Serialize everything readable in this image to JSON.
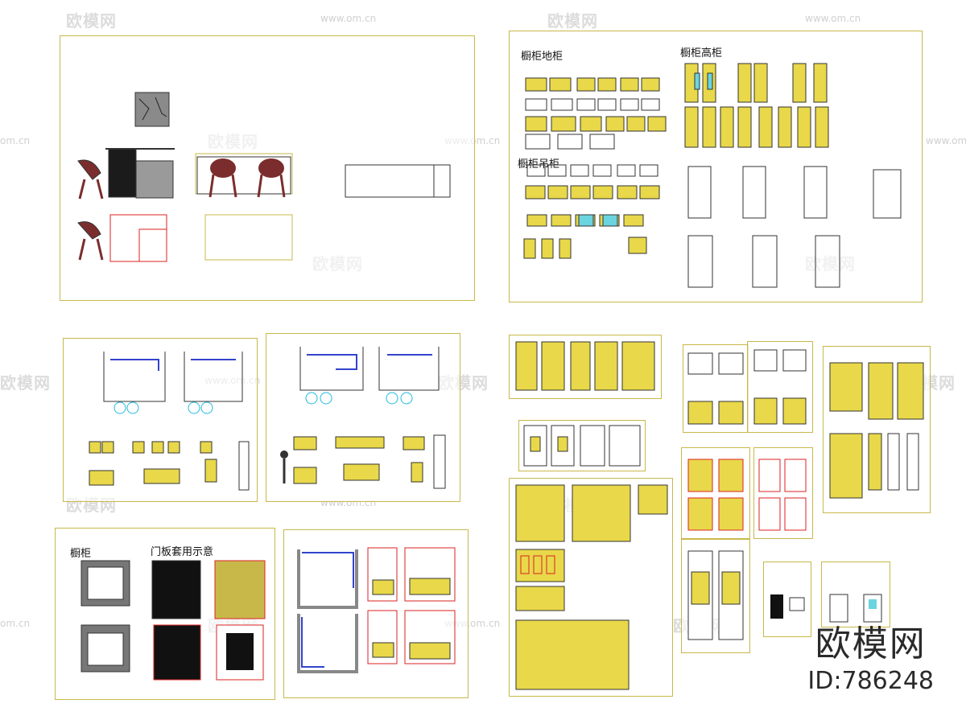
{
  "watermark": {
    "logo_text": "欧模网",
    "url_text": "www.om.cn",
    "short_url": "om.cn"
  },
  "sheet_top_right": {
    "label_base": "橱柜地柜",
    "label_tall": "橱柜高柜",
    "label_wall": "橱柜吊柜"
  },
  "sheet_bottom_left": {
    "title": "橱柜",
    "subtitle": "门板套用示意"
  },
  "brand": {
    "name": "欧模网",
    "id": "ID:786248"
  }
}
